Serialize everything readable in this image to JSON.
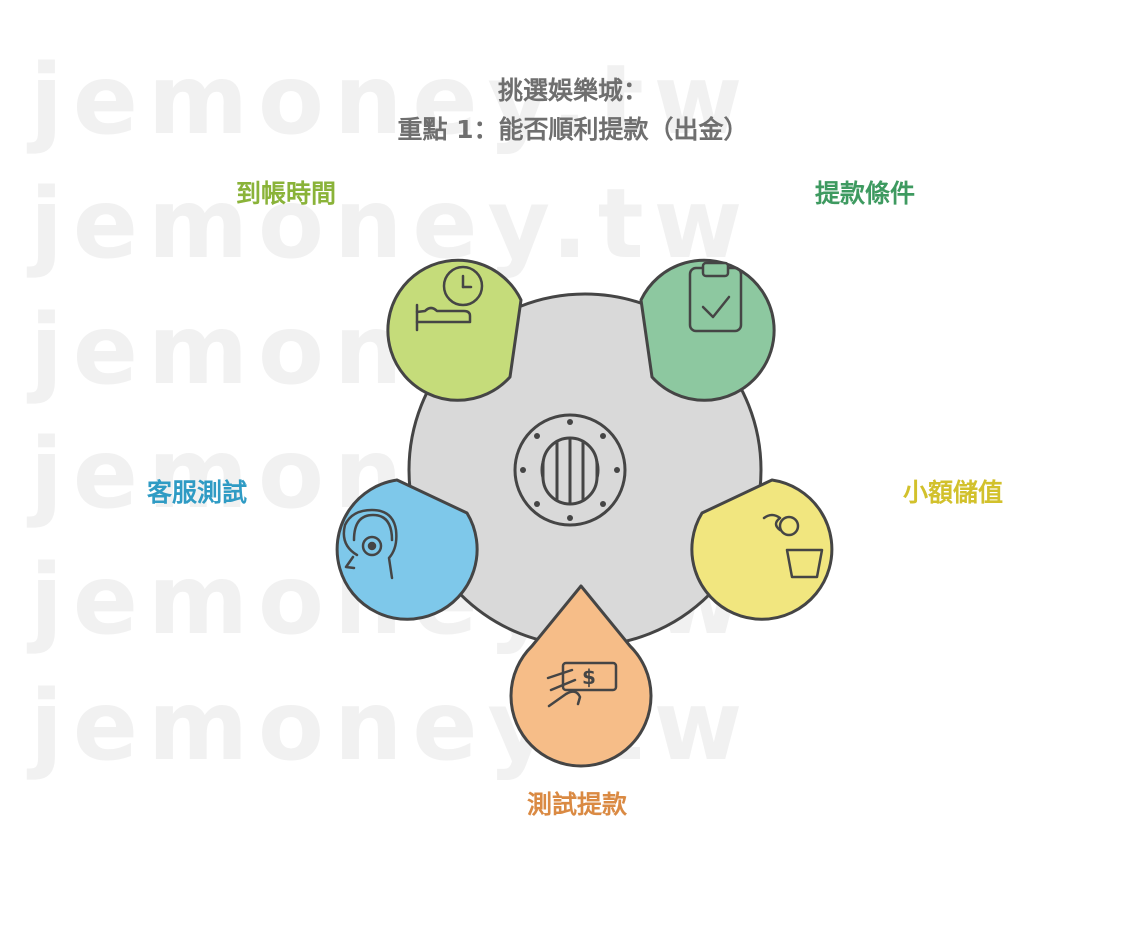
{
  "watermark": "jemoney.tw",
  "title": {
    "line1": "挑選娛樂城：",
    "line2": "重點 1：能否順利提款（出金）"
  },
  "center_icon": "vault-door-icon",
  "items": [
    {
      "label": "到帳時間",
      "color": "#8ab339",
      "fill": "#c5dc7a",
      "icon": "clock-bed-icon"
    },
    {
      "label": "提款條件",
      "color": "#3e9a60",
      "fill": "#8dc8a0",
      "icon": "clipboard-check-icon"
    },
    {
      "label": "小額儲值",
      "color": "#d2c12c",
      "fill": "#f1e67f",
      "icon": "coin-jar-icon"
    },
    {
      "label": "測試提款",
      "color": "#da8a43",
      "fill": "#f6bd88",
      "icon": "cash-hand-icon"
    },
    {
      "label": "客服測試",
      "color": "#2f9bc4",
      "fill": "#7ec8ea",
      "icon": "headset-agent-icon"
    }
  ]
}
